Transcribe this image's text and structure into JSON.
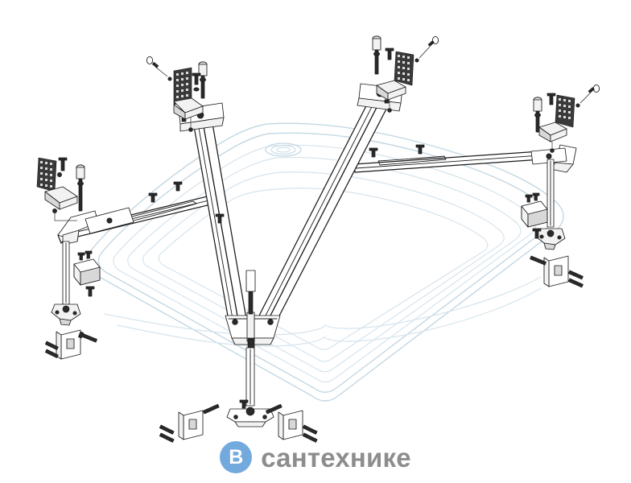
{
  "document": {
    "type": "exploded-assembly-diagram",
    "subject": "Bathtub support frame and leg assembly",
    "background_color": "#ffffff",
    "line_color_frame": "#1b1b1b",
    "line_color_tub": "#c3d7e3",
    "alt_text": "Exploded isometric technical drawing of a corner bathtub support frame with rails, legs, brackets, bolts and wall mounting plates"
  },
  "watermark": {
    "badge_letter": "В",
    "wordmark": "сантехнике",
    "badge_color": "#73aade",
    "badge_letter_color": "#ffffff",
    "wordmark_color": "#8d8d8d"
  },
  "parts": {
    "tub": {
      "name": "corner-bathtub-outline",
      "drain_marker": "drain-ring"
    },
    "frame_rails": [
      {
        "id": "rail-left",
        "name": "left-side-rail"
      },
      {
        "id": "rail-right",
        "name": "right-side-rail"
      },
      {
        "id": "strut-left",
        "name": "left-diagonal-strut"
      },
      {
        "id": "strut-right",
        "name": "right-diagonal-strut"
      },
      {
        "id": "hub-center",
        "name": "center-junction-hub"
      }
    ],
    "legs": [
      {
        "id": "leg-left",
        "name": "left-adjustable-leg"
      },
      {
        "id": "leg-right",
        "name": "right-adjustable-leg"
      },
      {
        "id": "leg-center",
        "name": "center-adjustable-leg"
      }
    ],
    "brackets": [
      {
        "id": "bracket-top-left",
        "name": "perforated-angle-bracket"
      },
      {
        "id": "bracket-top-mid",
        "name": "perforated-angle-bracket"
      },
      {
        "id": "bracket-top-right",
        "name": "perforated-angle-bracket"
      },
      {
        "id": "bracket-left",
        "name": "perforated-angle-bracket"
      }
    ],
    "fasteners": [
      {
        "id": "hex-bolt",
        "name": "hex-head-bolt"
      },
      {
        "id": "threaded-rod",
        "name": "threaded-rod"
      },
      {
        "id": "washer",
        "name": "washer"
      },
      {
        "id": "nut",
        "name": "nut"
      },
      {
        "id": "wood-screw",
        "name": "wood-screw"
      },
      {
        "id": "wall-plate",
        "name": "wall-mounting-plate"
      },
      {
        "id": "clamp-block",
        "name": "clamp-block"
      },
      {
        "id": "foot-pad",
        "name": "adjustable-foot-pad"
      }
    ]
  }
}
